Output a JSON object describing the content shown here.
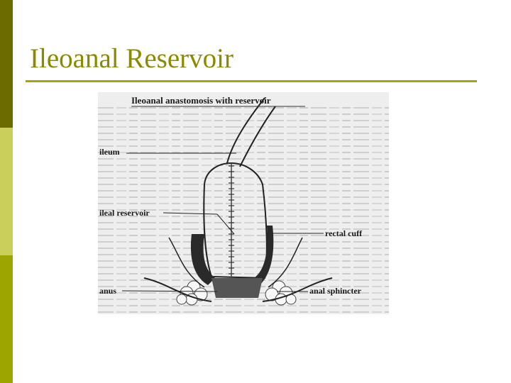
{
  "slide": {
    "title": "Ileoanal Reservoir"
  },
  "figure": {
    "heading": "Ileoanal anastomosis with reservoir",
    "labels": {
      "ileum": "ileum",
      "ileal_reservoir": "ileal reservoir",
      "rectal_cuff": "rectal cuff",
      "anus": "anus",
      "anal_sphincter": "anal sphincter"
    }
  },
  "colors": {
    "sidebar_top": "#6b6b00",
    "sidebar_middle": "#c9cf5a",
    "sidebar_bottom": "#9da600",
    "title": "#8a8a00",
    "rule": "#a6a600"
  }
}
